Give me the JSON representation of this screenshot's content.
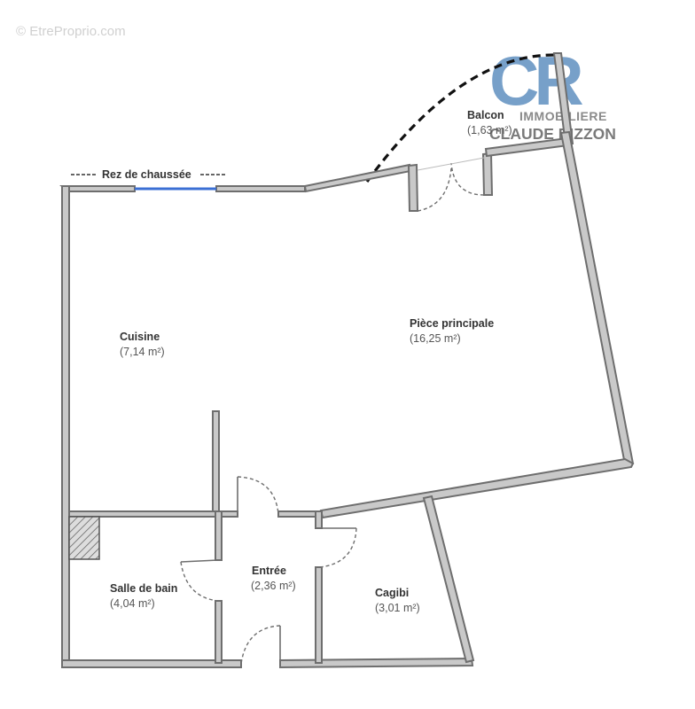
{
  "watermark": "© EtreProprio.com",
  "level_label": "Rez de chaussée",
  "logo": {
    "letters": "CR",
    "line1": "IMMOBILIERE",
    "line2": "CLAUDE RIZZON",
    "color": "#5f8fc0"
  },
  "rooms": {
    "balcon": {
      "name": "Balcon",
      "area": "(1,63 m²)"
    },
    "piece_principale": {
      "name": "Pièce principale",
      "area": "(16,25 m²)"
    },
    "cuisine": {
      "name": "Cuisine",
      "area": "(7,14 m²)"
    },
    "entree": {
      "name": "Entrée",
      "area": "(2,36 m²)"
    },
    "salle_de_bain": {
      "name": "Salle de bain",
      "area": "(4,04 m²)"
    },
    "cagibi": {
      "name": "Cagibi",
      "area": "(3,01 m²)"
    }
  },
  "colors": {
    "wall_fill": "#c9c9c9",
    "wall_stroke": "#6e6e6e",
    "window": "#3b6fd4"
  }
}
